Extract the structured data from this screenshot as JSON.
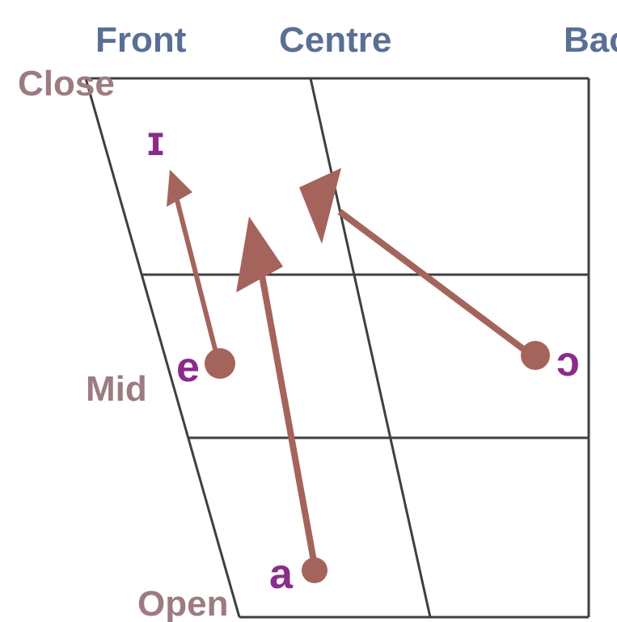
{
  "colors": {
    "frame": "#3f3f3f",
    "arrow": "#a4645b",
    "axis_top": "#5a6f95",
    "axis_side": "#9c7b81",
    "vowel": "#8b2b8b"
  },
  "labels": {
    "front": "Front",
    "centre": "Centre",
    "back": "Back",
    "close": "Close",
    "mid": "Mid",
    "open": "Open"
  },
  "vowels": {
    "i_symbol": "ɪ",
    "e_symbol": "e",
    "a_symbol": "a",
    "o_symbol": "ɔ"
  },
  "arrows": [
    {
      "name": "e-to-i",
      "from": "e",
      "to": "i"
    },
    {
      "name": "a-to-centre",
      "from": "a",
      "to": "centre"
    },
    {
      "name": "o-to-centre",
      "from": "ɔ",
      "to": "centre"
    }
  ]
}
